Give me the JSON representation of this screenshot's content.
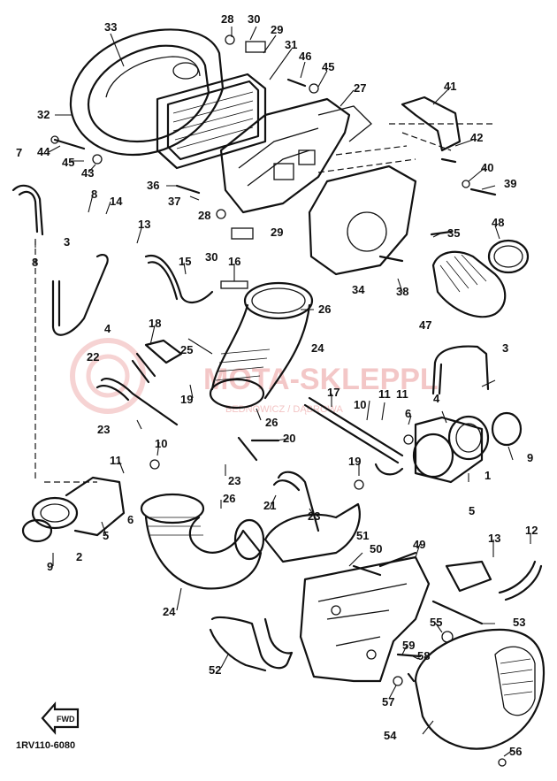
{
  "diagram_code": "1RV110-6080",
  "watermark": {
    "main": "MOTA-SKLEPPL",
    "sub": "BEDNOWICZ / DĄBROWA"
  },
  "fwd_label": "FWD",
  "callouts": [
    "1",
    "2",
    "3",
    "3",
    "4",
    "4",
    "5",
    "5",
    "6",
    "6",
    "7",
    "8",
    "8",
    "9",
    "9",
    "10",
    "10",
    "11",
    "11",
    "11",
    "12",
    "13",
    "13",
    "14",
    "15",
    "16",
    "17",
    "18",
    "19",
    "19",
    "20",
    "21",
    "22",
    "23",
    "23",
    "23",
    "24",
    "24",
    "25",
    "26",
    "26",
    "26",
    "27",
    "28",
    "28",
    "29",
    "29",
    "30",
    "30",
    "31",
    "32",
    "33",
    "34",
    "35",
    "36",
    "37",
    "38",
    "39",
    "40",
    "41",
    "42",
    "43",
    "44",
    "45",
    "45",
    "46",
    "47",
    "48",
    "49",
    "50",
    "51",
    "52",
    "53",
    "54",
    "55",
    "56",
    "57",
    "58",
    "59"
  ],
  "colors": {
    "line": "#111111",
    "watermark": "#f0b5b5",
    "background": "#ffffff"
  }
}
